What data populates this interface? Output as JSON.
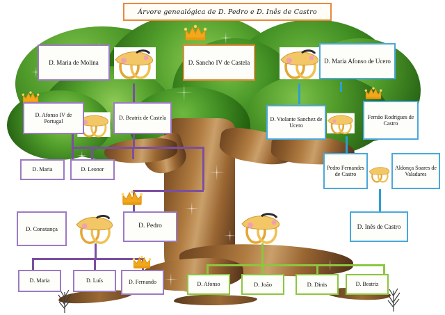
{
  "title": {
    "text": "Árvore genealógica de D. Pedro e D. Inês de Castro"
  },
  "icons": {
    "crown": "crown-icon",
    "rings": "wedding-rings-icon",
    "tree": "tree-illustration",
    "roots": "tree-roots"
  },
  "colors": {
    "purple": "#9b7bc4",
    "orange": "#e8883c",
    "blue": "#4aa8dc",
    "green": "#8cc63f",
    "connector_purple": "#7b4fa0",
    "connector_blue": "#2f9fd0",
    "connector_green": "#8cc63f",
    "foliage": "#3f8c22",
    "trunk": "#8a5a2b",
    "crown_gold": "#f0a81e"
  },
  "nodes": [
    {
      "id": "maria-molina",
      "label": "D. Maria de Molina",
      "border": "purple"
    },
    {
      "id": "sancho-iv",
      "label": "D. Sancho IV de Castela",
      "border": "orange"
    },
    {
      "id": "maria-afonso",
      "label": "D. Maria Afonso de Ucero",
      "border": "blue"
    },
    {
      "id": "afonso-iv",
      "label": "D. Afonso IV de Portugal",
      "border": "purple"
    },
    {
      "id": "beatriz-castela",
      "label": "D. Beatriz de Castela",
      "border": "purple"
    },
    {
      "id": "violante-sanchez",
      "label": "D. Violante Sanchez de Ucero",
      "border": "blue"
    },
    {
      "id": "fernao-rodrigues",
      "label": "Fernão Rodrigues de Castro",
      "border": "blue"
    },
    {
      "id": "maria-1",
      "label": "D. Maria",
      "border": "purple"
    },
    {
      "id": "leonor",
      "label": "D. Leonor",
      "border": "purple"
    },
    {
      "id": "pedro-fernandes",
      "label": "Pedro Fernandes de Castro",
      "border": "blue"
    },
    {
      "id": "aldonca-soares",
      "label": "Aldonça Soares de Valadares",
      "border": "blue"
    },
    {
      "id": "ines-castro",
      "label": "D. Inês de Castro",
      "border": "blue"
    },
    {
      "id": "constanca",
      "label": "D. Constança",
      "border": "purple"
    },
    {
      "id": "pedro",
      "label": "D. Pedro",
      "border": "purple"
    },
    {
      "id": "maria-2",
      "label": "D. Maria",
      "border": "purple"
    },
    {
      "id": "luis",
      "label": "D. Luís",
      "border": "purple"
    },
    {
      "id": "fernando",
      "label": "D. Fernando",
      "border": "purple"
    },
    {
      "id": "afonso-child",
      "label": "D. Afonso",
      "border": "green"
    },
    {
      "id": "joao",
      "label": "D. João",
      "border": "green"
    },
    {
      "id": "dinis",
      "label": "D. Dinis",
      "border": "green"
    },
    {
      "id": "beatriz-child",
      "label": "D. Beatriz",
      "border": "green"
    }
  ]
}
